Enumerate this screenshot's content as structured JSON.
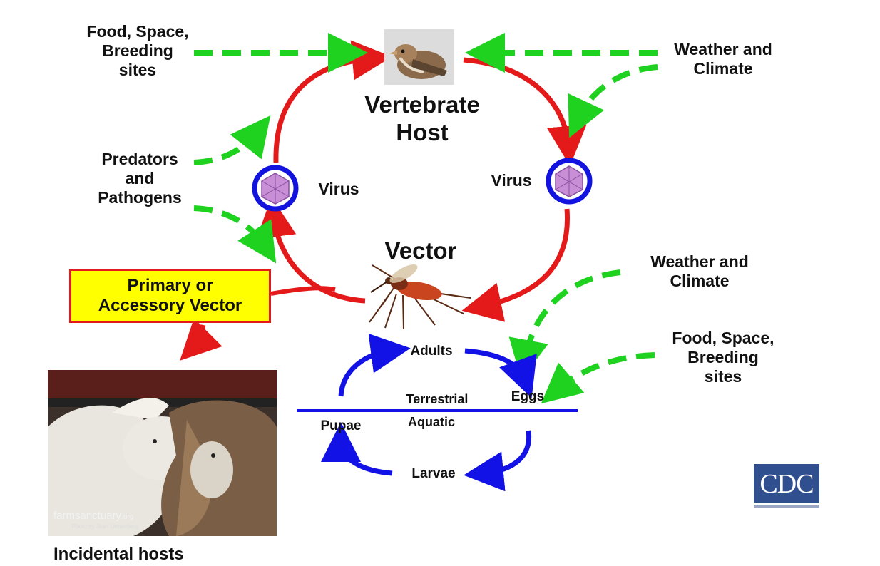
{
  "nodes": {
    "vertebrate_host": [
      "Vertebrate",
      "Host"
    ],
    "vector": "Vector",
    "virus_left": "Virus",
    "virus_right": "Virus"
  },
  "factors": {
    "food_space_left": [
      "Food, Space,",
      "Breeding",
      "sites"
    ],
    "weather_top_right": [
      "Weather and",
      "Climate"
    ],
    "predators": [
      "Predators",
      "and",
      "Pathogens"
    ],
    "weather_mid_right": [
      "Weather and",
      "Climate"
    ],
    "food_space_right": [
      "Food, Space,",
      "Breeding",
      "sites"
    ]
  },
  "callout": [
    "Primary or",
    "Accessory Vector"
  ],
  "life_cycle": {
    "adults": "Adults",
    "eggs": "Eggs",
    "larvae": "Larvae",
    "pupae": "Pupae",
    "terrestrial": "Terrestrial",
    "aquatic": "Aquatic"
  },
  "photo": {
    "watermark": "farmsanctuary",
    "watermark_suffix": ".org",
    "credit": "Photo by Jean Liebenberg"
  },
  "incidental_caption": "Incidental hosts",
  "logo": "CDC",
  "colors": {
    "transmission_arrow": "#e41a1a",
    "factor_arrow": "#1fd21f",
    "life_cycle_arrow": "#1212e6",
    "callout_fill": "#ffff00",
    "virus_ring": "#1313e0",
    "virus_particle": "#c98fd6"
  }
}
